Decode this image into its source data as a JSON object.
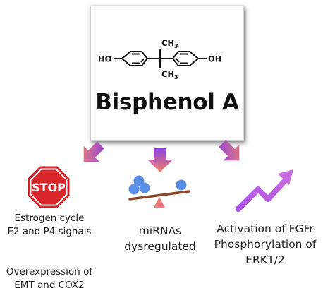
{
  "molecule": {
    "name": "Bisphenol A",
    "left_group": "HO",
    "right_group": "OH",
    "top_methyl": "CH",
    "top_methyl_sub": "3",
    "bottom_methyl": "CH",
    "bottom_methyl_sub": "3"
  },
  "stop_sign": {
    "text": "STOP",
    "color": "#d8262b"
  },
  "effects": {
    "left_line1": "Estrogen cycle",
    "left_line2": "E2 and P4 signals",
    "left_line3": "Overexpression of",
    "left_line4": "EMT and COX2",
    "middle_line1": "miRNAs",
    "middle_line2": "dysregulated",
    "right_line1": "Activation of FGFr",
    "right_line2": "Phosphorylation of",
    "right_line3": "ERK1/2"
  },
  "colors": {
    "arrow_top": "#8b3fe0",
    "arrow_bottom": "#f4846a",
    "trend_arrow": "#b85be6",
    "ball": "#5b8fe6",
    "beam": "#8a4a2a",
    "fulcrum": "#f07a7a"
  },
  "icons": [
    "stop-sign-icon",
    "balance-scale-icon",
    "trend-up-arrow-icon",
    "down-arrow-icon"
  ]
}
